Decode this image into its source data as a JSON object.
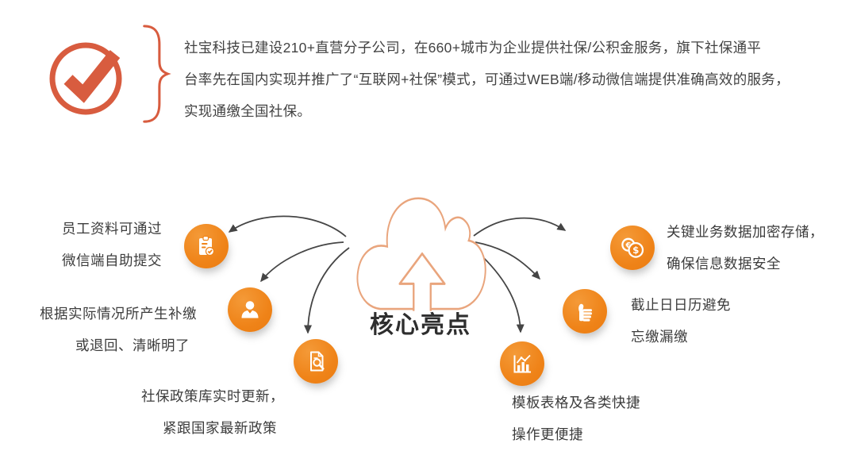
{
  "intro": {
    "lines": [
      "社宝科技已建设210+直营分子公司，在660+城市为企业提供社保/公积金服务，旗下社保通平",
      "台率先在国内实现并推广了“互联网+社保”模式，可通过WEB端/移动微信端提供准确高效的服务，",
      "实现通缴全国社保。"
    ]
  },
  "center": {
    "title": "核心亮点",
    "cloud_icon": "cloud-upload-icon"
  },
  "features": {
    "left": [
      {
        "icon": "clipboard-check-icon",
        "lines": [
          "员工资料可通过",
          "微信端自助提交"
        ]
      },
      {
        "icon": "user-icon",
        "lines": [
          "根据实际情况所产生补缴",
          "或退回、清晰明了"
        ]
      },
      {
        "icon": "policy-search-icon",
        "lines": [
          "社保政策库实时更新，",
          "紧跟国家最新政策"
        ]
      }
    ],
    "right": [
      {
        "icon": "currency-coins-icon",
        "lines": [
          "关键业务数据加密存储，",
          "确保信息数据安全"
        ]
      },
      {
        "icon": "thumbs-up-icon",
        "lines": [
          "截止日日历避免",
          "忘缴漏缴"
        ]
      },
      {
        "icon": "bar-chart-icon",
        "lines": [
          "模板表格及各类快捷",
          "操作更便捷"
        ]
      }
    ]
  },
  "colors": {
    "accent_orange": "#EF8318",
    "accent_red": "#D85C3F",
    "cloud_outline": "#E9A57D",
    "arrow": "#454545",
    "text": "#3C3C3C"
  }
}
